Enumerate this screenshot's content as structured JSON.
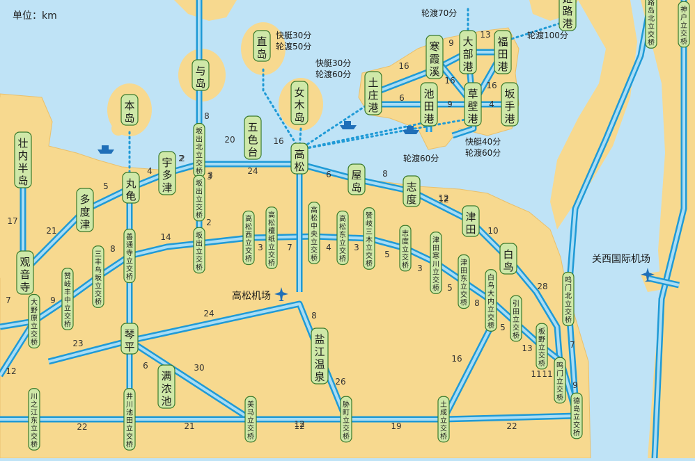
{
  "unit_label": "单位：km",
  "colors": {
    "sea": "#bfe3f6",
    "land": "#f7d98f",
    "road_outer": "#1f9ad6",
    "road_inner": "#a9ddf5",
    "node_fill": "#cfe8a8",
    "node_stroke": "#3a7a2c",
    "text": "#1a1a1a",
    "distance_text": "#1f7bb8",
    "ferry_dots": "#1f9ad6"
  },
  "islands": [
    {
      "label": "本岛"
    },
    {
      "label": "与岛"
    },
    {
      "label": "直岛"
    },
    {
      "label": "女木岛"
    }
  ],
  "nodes": [
    {
      "id": "shonai",
      "label": "壮内半岛"
    },
    {
      "id": "marugame",
      "label": "丸龟"
    },
    {
      "id": "utazu",
      "label": "宇多津"
    },
    {
      "id": "tadotsu",
      "label": "多度津"
    },
    {
      "id": "kanonji",
      "label": "观音寺"
    },
    {
      "id": "goshikidai",
      "label": "五色台"
    },
    {
      "id": "takamatsu",
      "label": "高松"
    },
    {
      "id": "yashima",
      "label": "屋岛"
    },
    {
      "id": "shido",
      "label": "志度"
    },
    {
      "id": "tsuda",
      "label": "津田"
    },
    {
      "id": "shirotori",
      "label": "白鸟"
    },
    {
      "id": "kotohira",
      "label": "琴平"
    },
    {
      "id": "mannou",
      "label": "满浓池"
    },
    {
      "id": "shionoe",
      "label": "盐江温泉"
    },
    {
      "id": "tonosho",
      "label": "土庄港"
    },
    {
      "id": "kankakei",
      "label": "寒霞溪"
    },
    {
      "id": "obe",
      "label": "大部港"
    },
    {
      "id": "fukuda",
      "label": "福田港"
    },
    {
      "id": "ikeda",
      "label": "池田港"
    },
    {
      "id": "kusakabe",
      "label": "草壁港"
    },
    {
      "id": "sakate",
      "label": "坂手港"
    },
    {
      "id": "himeji",
      "label": "姬路港"
    },
    {
      "id": "sakaide_kita",
      "label": "坂出北立交桥"
    },
    {
      "id": "sakaide",
      "label": "坂出立交桥"
    },
    {
      "id": "sakaide2",
      "label": "坂出立交桥"
    },
    {
      "id": "zentsuji",
      "label": "善通寺立交桥"
    },
    {
      "id": "mitoyo",
      "label": "三丰鸟坂立交桥"
    },
    {
      "id": "sanuki_toyonaka",
      "label": "赞岐丰中立交桥"
    },
    {
      "id": "onohara",
      "label": "大野原立交桥"
    },
    {
      "id": "kawanoe",
      "label": "川之江东立交桥"
    },
    {
      "id": "inokawa",
      "label": "井川池田立交桥"
    },
    {
      "id": "mima",
      "label": "美马立交桥"
    },
    {
      "id": "wakimachi",
      "label": "胁町立交桥"
    },
    {
      "id": "dosei",
      "label": "土成立交桥"
    },
    {
      "id": "tokushima",
      "label": "德岛立交桥"
    },
    {
      "id": "naruto",
      "label": "鸣门立交桥"
    },
    {
      "id": "naruto_kita",
      "label": "鸣门北立交桥"
    },
    {
      "id": "kobe_awaji",
      "label": "神户立交桥"
    },
    {
      "id": "awaji_top",
      "label": "淡路岛北立交桥"
    },
    {
      "id": "takamatsu_nishi",
      "label": "高松西立交桥"
    },
    {
      "id": "takamatsu_danshi",
      "label": "高松檀纸立交桥"
    },
    {
      "id": "takamatsu_chuo",
      "label": "高松中央立交桥"
    },
    {
      "id": "takamatsu_higashi",
      "label": "高松东立交桥"
    },
    {
      "id": "sanuki_miki",
      "label": "赞岐三木立交桥"
    },
    {
      "id": "shido_ic",
      "label": "志度立交桥"
    },
    {
      "id": "tsuda_samukawa",
      "label": "津田寒川立交桥"
    },
    {
      "id": "tsuda_higashi",
      "label": "津田东立交桥"
    },
    {
      "id": "shirotori_ouchi",
      "label": "白鸟大内立交桥"
    },
    {
      "id": "hiketa",
      "label": "引田立交桥"
    },
    {
      "id": "itano",
      "label": "板野立交桥"
    }
  ],
  "airports": [
    {
      "label": "高松机场"
    },
    {
      "label": "关西国际机场"
    }
  ],
  "ferry_labels": [
    {
      "label": "快艇30分\n轮渡50分"
    },
    {
      "label": "快艇30分\n轮渡60分"
    },
    {
      "label": "轮渡70分"
    },
    {
      "label": "轮渡100分"
    },
    {
      "label": "轮渡60分"
    },
    {
      "label": "快艇40分\n轮渡60分"
    }
  ],
  "distances": [
    "20",
    "16",
    "4",
    "2",
    "24",
    "6",
    "8",
    "12",
    "10",
    "5",
    "21",
    "17",
    "9",
    "7",
    "12",
    "8",
    "14",
    "2",
    "3",
    "7",
    "3",
    "4",
    "3",
    "5",
    "3",
    "5",
    "8",
    "5",
    "13",
    "11",
    "28",
    "7",
    "9",
    "11",
    "16",
    "24",
    "23",
    "6",
    "30",
    "12",
    "26",
    "8",
    "22",
    "21",
    "12",
    "19",
    "22",
    "6",
    "9",
    "16",
    "13",
    "9",
    "16",
    "4",
    "16",
    "12",
    "2",
    "3",
    "8"
  ]
}
